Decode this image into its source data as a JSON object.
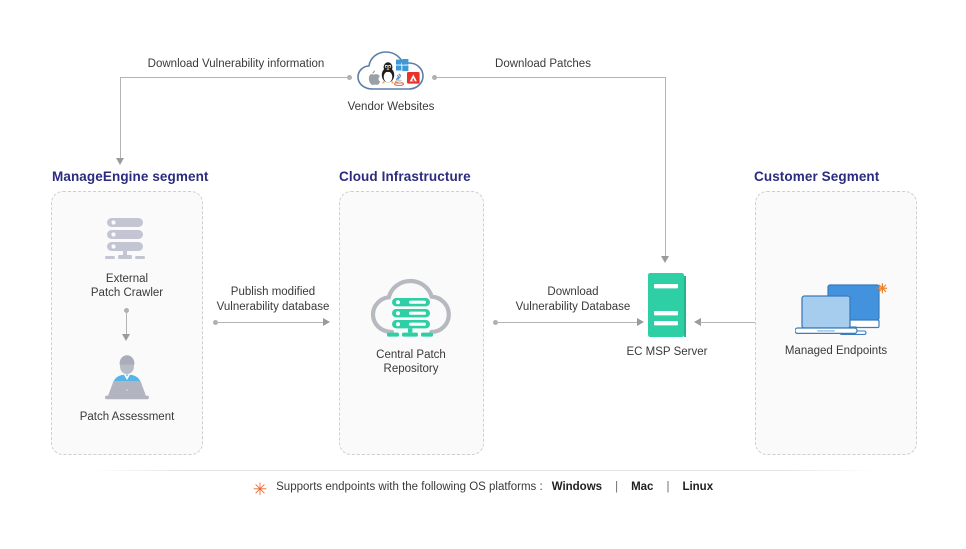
{
  "segments": [
    {
      "key": "manage_engine",
      "title": "ManageEngine segment"
    },
    {
      "key": "cloud_infra",
      "title": "Cloud Infrastructure"
    },
    {
      "key": "customer",
      "title": "Customer Segment"
    }
  ],
  "nodes": {
    "vendor_websites": {
      "label": "Vendor Websites",
      "icon": "vendor-cloud-icon"
    },
    "external_crawler": {
      "label": "External\nPatch Crawler",
      "icon": "server-stack-icon"
    },
    "patch_assessment": {
      "label": "Patch Assessment",
      "icon": "person-laptop-icon"
    },
    "central_repository": {
      "label": "Central Patch\nRepository",
      "icon": "cloud-server-icon"
    },
    "ec_msp_server": {
      "label": "EC MSP Server",
      "icon": "server-rack-icon"
    },
    "managed_endpoints": {
      "label": "Managed Endpoints",
      "icon": "monitor-laptop-icon"
    }
  },
  "edges": {
    "download_vuln_info": {
      "label": "Download Vulnerability information"
    },
    "download_patches": {
      "label": "Download Patches"
    },
    "publish_modified": {
      "label": "Publish modified\nVulnerability database"
    },
    "download_vuln_db": {
      "label": "Download\nVulnerability Database"
    },
    "crawler_to_assessment": {
      "label": ""
    },
    "server_to_endpoints": {
      "label": ""
    }
  },
  "footer": {
    "asterisk": "✳",
    "text": "Supports endpoints with the following OS platforms :",
    "platforms": [
      "Windows",
      "Mac",
      "Linux"
    ],
    "separator": "|"
  },
  "colors": {
    "title": "#2b2b7f",
    "green": "#2ecfa5",
    "blue_dark": "#4292dd",
    "blue_light": "#a6cdee",
    "gray_line": "#b4b4b4",
    "orange": "#f0642b",
    "box_fill": "#fafafa",
    "box_border": "#cfcfcf"
  }
}
